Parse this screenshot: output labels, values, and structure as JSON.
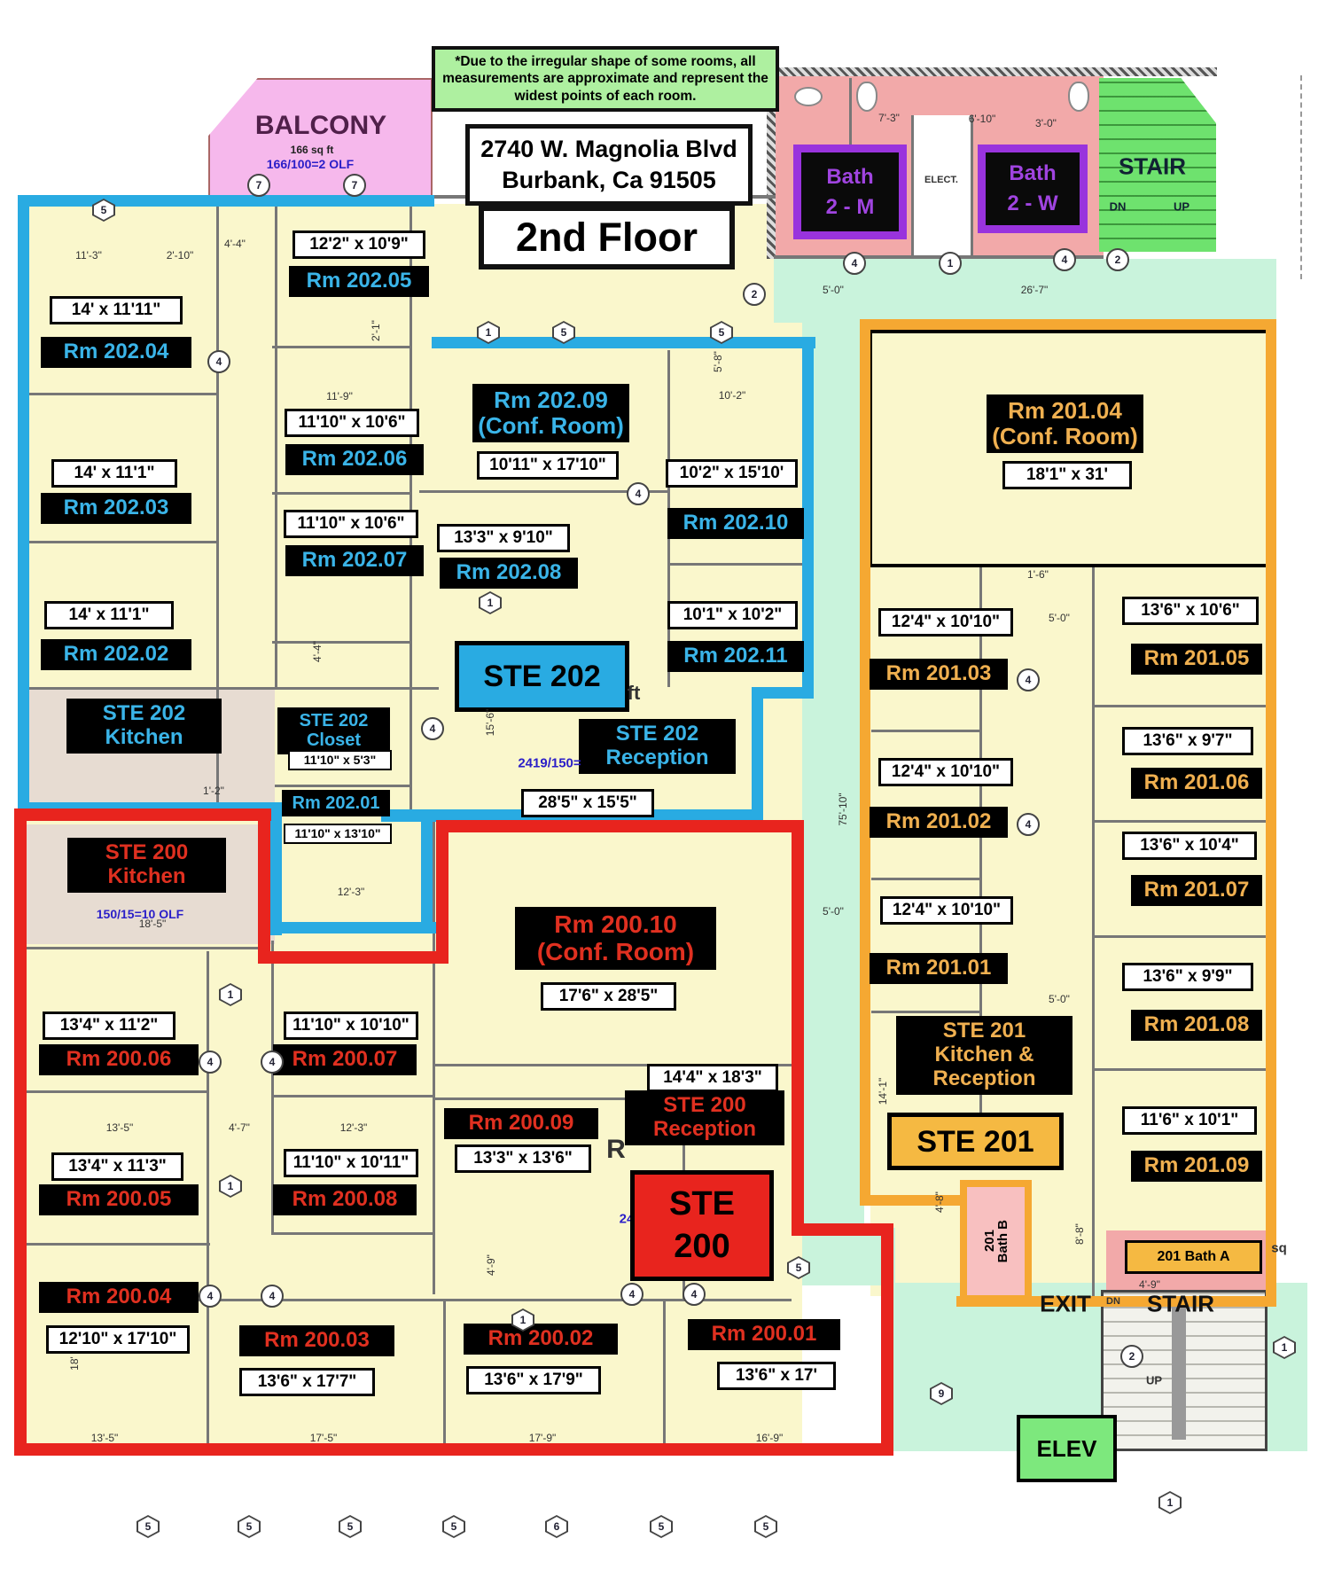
{
  "header": {
    "note": "*Due to the irregular shape of some rooms, all measurements are approximate and represent the widest points of each room.",
    "address1": "2740 W. Magnolia Blvd",
    "address2": "Burbank, Ca 91505",
    "floor": "2nd Floor"
  },
  "balcony": {
    "title": "BALCONY",
    "area": "166 sq ft",
    "olf": "166/100=2 OLF"
  },
  "baths": {
    "bath_m": [
      "Bath",
      "2 - M"
    ],
    "bath_w": [
      "Bath",
      "2 - W"
    ],
    "elect": "ELECT."
  },
  "stair": {
    "label": "STAIR",
    "dn": "DN",
    "up": "UP"
  },
  "exit_stair": {
    "exit": "EXIT",
    "stair": "STAIR",
    "dn": "DN",
    "up": "UP"
  },
  "elevator": {
    "label": "ELEV"
  },
  "ste202": {
    "suite_label": "STE 202",
    "sqft_partial": "ft",
    "olf_note": "2419/150=",
    "kitchen": [
      "STE 202",
      "Kitchen"
    ],
    "closet": [
      "STE 202",
      "Closet"
    ],
    "closet_dims": "11'10\" x 5'3\"",
    "reception": [
      "STE 202",
      "Reception"
    ],
    "reception_dims": "28'5\" x 15'5\"",
    "rooms": [
      {
        "name": "Rm 202.04",
        "dims": "14' x 11'11\""
      },
      {
        "name": "Rm 202.03",
        "dims": "14' x 11'1\""
      },
      {
        "name": "Rm 202.02",
        "dims": "14' x 11'1\""
      },
      {
        "name": "Rm 202.05",
        "dims": "12'2\" x 10'9\""
      },
      {
        "name": "Rm 202.06",
        "dims": "11'10\" x 10'6\""
      },
      {
        "name": "Rm 202.07",
        "dims": "11'10\" x 10'6\""
      },
      {
        "name": "Rm 202.08",
        "dims": "13'3\" x 9'10\""
      },
      {
        "name": "Rm 202.09",
        "sub": "(Conf. Room)",
        "dims": "10'11\" x 17'10\""
      },
      {
        "name": "Rm 202.10",
        "dims": "10'2\" x 15'10'"
      },
      {
        "name": "Rm 202.11",
        "dims": "10'1\" x 10'2\""
      },
      {
        "name": "Rm 202.01",
        "dims": "11'10\" x 13'10\""
      }
    ]
  },
  "ste200": {
    "suite_label": [
      "STE",
      "200"
    ],
    "olf_note": "150/15=10 OLF",
    "partial_number": "24",
    "partial_letter": "R",
    "kitchen": [
      "STE 200",
      "Kitchen"
    ],
    "reception": [
      "STE 200",
      "Reception"
    ],
    "reception_dims": "14'4\" x 18'3\"",
    "rooms": [
      {
        "name": "Rm 200.06",
        "dims": "13'4\" x 11'2\""
      },
      {
        "name": "Rm 200.05",
        "dims": "13'4\" x 11'3\""
      },
      {
        "name": "Rm 200.04",
        "dims": "12'10\" x 17'10\""
      },
      {
        "name": "Rm 200.07",
        "dims": "11'10\" x 10'10\""
      },
      {
        "name": "Rm 200.08",
        "dims": "11'10\" x 10'11\""
      },
      {
        "name": "Rm 200.09",
        "dims": "13'3\" x 13'6\""
      },
      {
        "name": "Rm 200.10",
        "sub": "(Conf. Room)",
        "dims": "17'6\" x 28'5\""
      },
      {
        "name": "Rm 200.03",
        "dims": "13'6\" x 17'7\""
      },
      {
        "name": "Rm 200.02",
        "dims": "13'6\" x 17'9\""
      },
      {
        "name": "Rm 200.01",
        "dims": "13'6\" x 17'"
      }
    ]
  },
  "ste201": {
    "suite_label": "STE 201",
    "kitchen_reception": [
      "STE 201",
      "Kitchen &",
      "Reception"
    ],
    "bath_a": "201 Bath A",
    "bath_b": [
      "201",
      "Bath B"
    ],
    "sq_partial": "sq",
    "rooms": [
      {
        "name": "Rm 201.04",
        "sub": "(Conf. Room)",
        "dims": "18'1\" x 31'"
      },
      {
        "name": "Rm 201.03",
        "dims": "12'4\" x 10'10\""
      },
      {
        "name": "Rm 201.02",
        "dims": "12'4\" x 10'10\""
      },
      {
        "name": "Rm 201.01",
        "dims": "12'4\" x 10'10\""
      },
      {
        "name": "Rm 201.05",
        "dims": "13'6\" x 10'6\""
      },
      {
        "name": "Rm 201.06",
        "dims": "13'6\" x 9'7\""
      },
      {
        "name": "Rm 201.07",
        "dims": "13'6\" x 10'4\""
      },
      {
        "name": "Rm 201.08",
        "dims": "13'6\" x 9'9\""
      },
      {
        "name": "Rm 201.09",
        "dims": "11'6\" x 10'1\""
      }
    ]
  },
  "annotations": [
    "11'-3\"",
    "2'-10\"",
    "4'-4\"",
    "7'-3\"",
    "6'-10\"",
    "3'-0\"",
    "11'-9\"",
    "10'-2\"",
    "5'-0\"",
    "26'-7\"",
    "15'-6\"",
    "1'-2\"",
    "4'-4\"",
    "1'-6\"",
    "5'-0\"",
    "12'-3\"",
    "18'-5\"",
    "75'-10\"",
    "13'-5\"",
    "4'-7\"",
    "12'-3\"",
    "5'-0\"",
    "5'-0\"",
    "14'-1\"",
    "4'-8\"",
    "8'-8\"",
    "4'-9\"",
    "4'-9\"",
    "18'",
    "13'-5\"",
    "17'-5\"",
    "17'-9\"",
    "16'-9\"",
    "2'-1\"",
    "5'-8\""
  ],
  "markers": [
    "7",
    "7",
    "2",
    "4",
    "1",
    "4",
    "2",
    "4",
    "4",
    "4",
    "4",
    "4",
    "4",
    "4",
    "4",
    "4",
    "4",
    "4",
    "2",
    "5",
    "1",
    "5",
    "5",
    "1",
    "1",
    "1",
    "1",
    "5",
    "9",
    "1",
    "1",
    "5",
    "5",
    "5",
    "5",
    "6",
    "5",
    "5"
  ],
  "colors": {
    "ste202": "#29abe2",
    "ste200": "#e8241e",
    "ste201": "#f5a832",
    "corridor": "#c9f3dc",
    "room_fill": "#faf7cc"
  }
}
